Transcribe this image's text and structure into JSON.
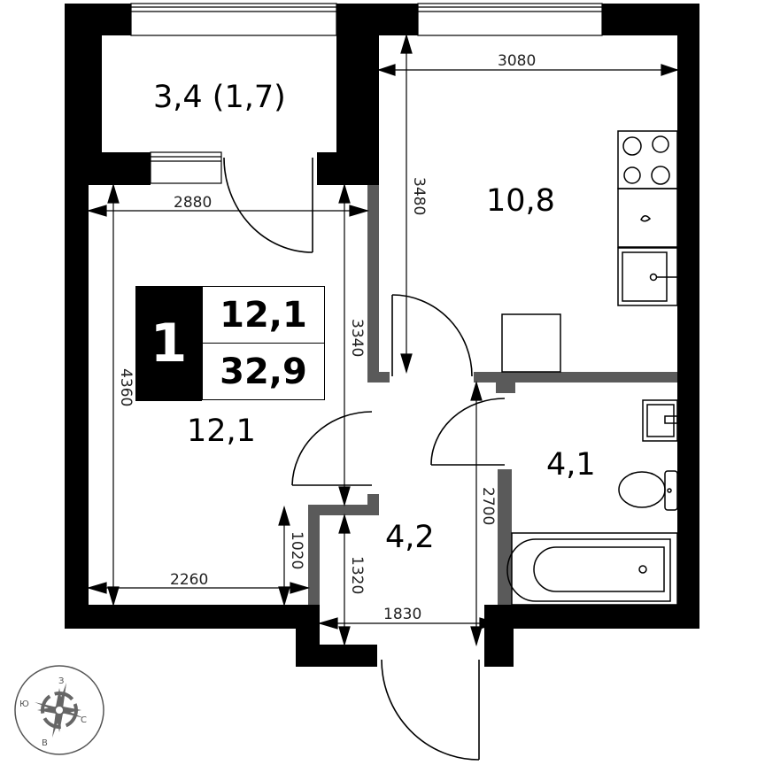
{
  "plan": {
    "rooms_count": "1",
    "living_area": "12,1",
    "total_area": "32,9"
  },
  "rooms": {
    "balcony": "3,4 (1,7)",
    "kitchen": "10,8",
    "bedroom": "12,1",
    "hallway": "4,2",
    "bathroom": "4,1"
  },
  "dimensions": {
    "kitchen_width": "3080",
    "kitchen_depth": "3480",
    "room_width": "2880",
    "room_depth": "4360",
    "room_partial_depth": "3340",
    "room_bottom_width": "2260",
    "room_niche": "1020",
    "hall_depth": "1320",
    "hall_width": "1830",
    "hall_length": "2700"
  },
  "compass": {
    "north": "С",
    "south": "Ю",
    "east": "В",
    "west": "З"
  },
  "colors": {
    "wall": "#000000",
    "partition": "#5a5a5a",
    "line": "#000000"
  }
}
